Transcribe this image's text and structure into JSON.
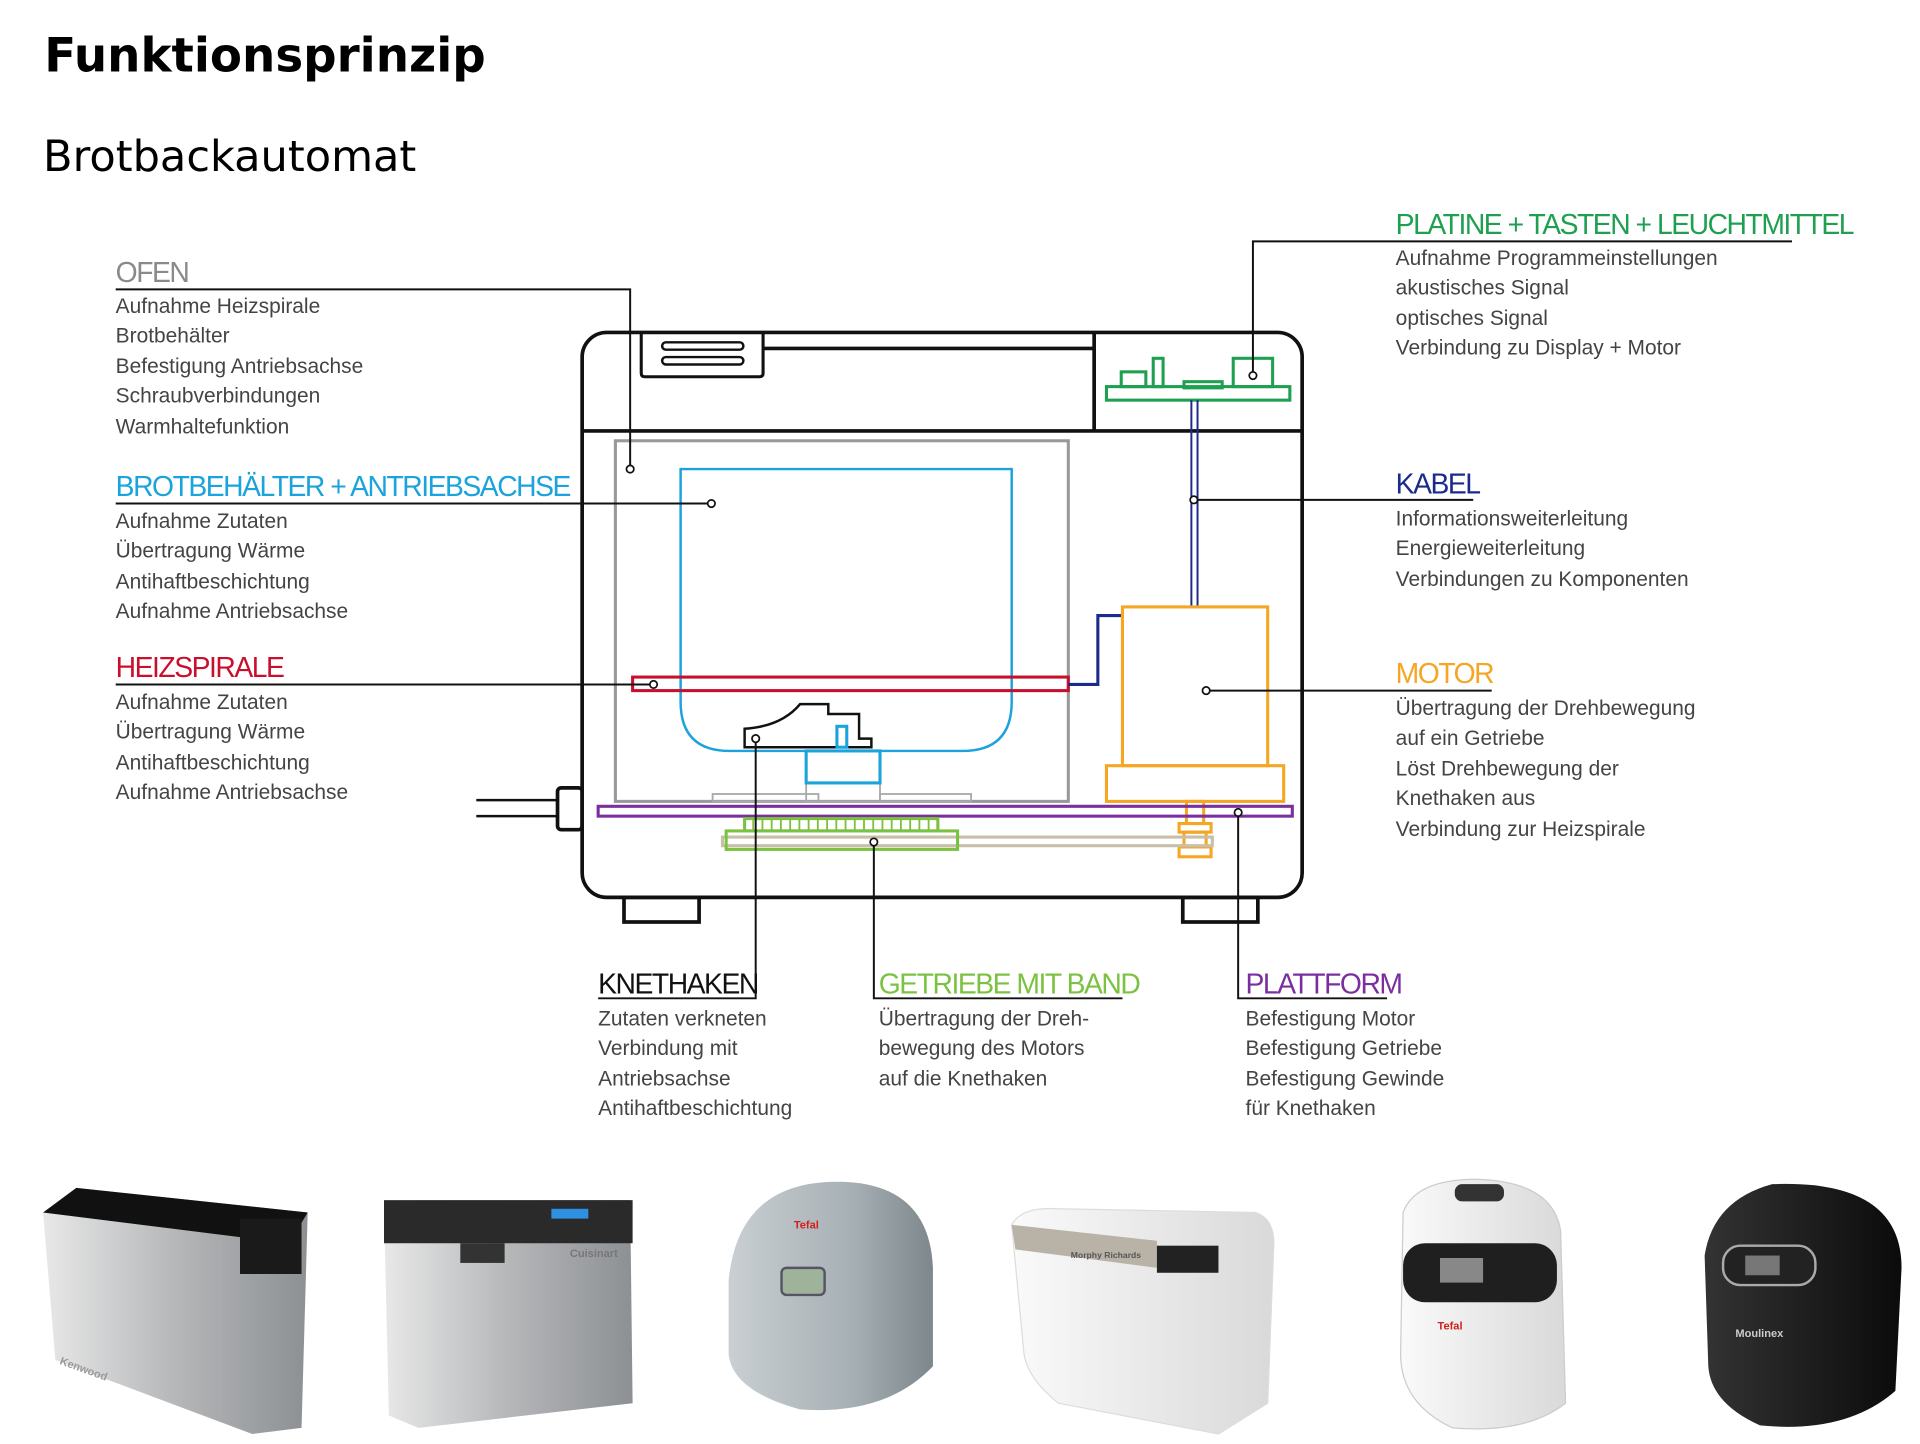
{
  "title": "Funktionsprinzip",
  "subtitle": "Brotbackautomat",
  "colors": {
    "ofen": "#8a8a8a",
    "brotbehaelter": "#1ba3dc",
    "heizspirale": "#c8102e",
    "platine": "#1fa050",
    "kabel": "#1c2a8c",
    "motor": "#f5a623",
    "knethaken": "#111111",
    "getriebe": "#7cc242",
    "plattform": "#7b2f9e",
    "band": "#c8bfa8"
  },
  "labels": {
    "ofen": {
      "heading": "OFEN",
      "items": [
        "Aufnahme Heizspirale",
        "Brotbehälter",
        "Befestigung Antriebsachse",
        "Schraubverbindungen",
        "Warmhaltefunktion"
      ]
    },
    "brotbehaelter": {
      "heading": "BROTBEHÄLTER + ANTRIEBSACHSE",
      "items": [
        "Aufnahme Zutaten",
        "Übertragung Wärme",
        "Antihaftbeschichtung",
        "Aufnahme Antriebsachse"
      ]
    },
    "heizspirale": {
      "heading": "HEIZSPIRALE",
      "items": [
        "Aufnahme Zutaten",
        "Übertragung Wärme",
        "Antihaftbeschichtung",
        "Aufnahme Antriebsachse"
      ]
    },
    "platine": {
      "heading": "PLATINE + TASTEN + LEUCHTMITTEL",
      "items": [
        "Aufnahme Programmeinstellungen",
        "akustisches Signal",
        "optisches Signal",
        "Verbindung zu Display + Motor"
      ]
    },
    "kabel": {
      "heading": "KABEL",
      "items": [
        "Informationsweiterleitung",
        "Energieweiterleitung",
        "Verbindungen zu Komponenten"
      ]
    },
    "motor": {
      "heading": "MOTOR",
      "items": [
        "Übertragung der Drehbewegung",
        "auf ein Getriebe",
        "Löst Drehbewegung der",
        "Knethaken aus",
        "Verbindung zur Heizspirale"
      ]
    },
    "knethaken": {
      "heading": "KNETHAKEN",
      "items": [
        "Zutaten verkneten",
        "Verbindung mit",
        "Antriebsachse",
        "Antihaftbeschichtung"
      ]
    },
    "getriebe": {
      "heading": "GETRIEBE MIT BAND",
      "items": [
        "Übertragung der Dreh-",
        "bewegung des Motors",
        "auf die Knethaken"
      ]
    },
    "plattform": {
      "heading": "PLATTFORM",
      "items": [
        "Befestigung Motor",
        "Befestigung Getriebe",
        "Befestigung Gewinde",
        "für Knethaken"
      ]
    }
  },
  "product_photos": [
    "Kenwood",
    "Cuisinart",
    "Tefal",
    "Morphy Richards",
    "Tefal",
    "Moulinex"
  ]
}
